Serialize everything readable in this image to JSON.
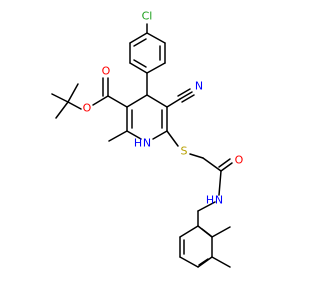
{
  "colors": {
    "carbon": "#000000",
    "oxygen": "#ff0000",
    "nitrogen": "#0000ff",
    "sulfur": "#b8a000",
    "chlorine": "#1ca01c"
  },
  "atoms": {
    "cl": "Cl",
    "o_ester_single": "O",
    "o_ester_double": "O",
    "n_cyano": "N",
    "n_ring": "N",
    "h_ring": "H",
    "s_thio": "S",
    "o_amide": "O",
    "n_amide": "N",
    "h_amide": "H"
  }
}
